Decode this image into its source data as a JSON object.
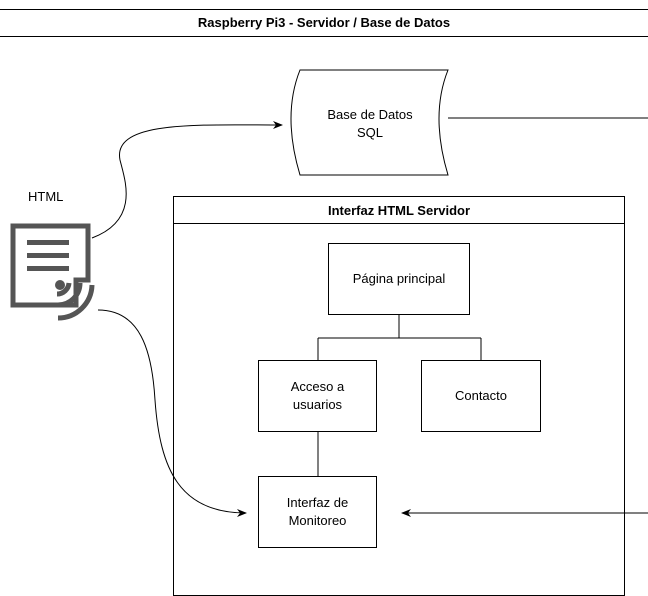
{
  "header": {
    "title": "Raspberry Pi3 - Servidor / Base de Datos"
  },
  "database": {
    "label": "Base de Datos\nSQL"
  },
  "html_label": "HTML",
  "container": {
    "title": "Interfaz HTML Servidor"
  },
  "nodes": {
    "main_page": "Página principal",
    "user_access": "Acceso a\nusuarios",
    "contact": "Contacto",
    "monitoring": "Interfaz de\nMonitoreo"
  },
  "colors": {
    "stroke": "#000000",
    "icon": "#555555",
    "background": "#ffffff"
  },
  "icons": {
    "html_document": "document-wireless-icon"
  }
}
